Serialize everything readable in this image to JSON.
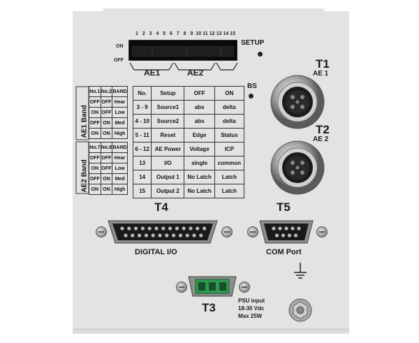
{
  "dip_switch": {
    "numbers": [
      "1",
      "2",
      "3",
      "4",
      "5",
      "6",
      "7",
      "8",
      "9",
      "10",
      "11",
      "12",
      "13",
      "14",
      "15"
    ],
    "on_label": "ON",
    "off_label": "OFF",
    "group1": "AE1",
    "group2": "AE2"
  },
  "labels": {
    "setup": "SETUP",
    "bs": "BS",
    "t1": "T1",
    "t1_sub": "AE 1",
    "t2": "T2",
    "t2_sub": "AE 2",
    "t4": "T4",
    "t4_sub": "DIGITAL  I/O",
    "t5": "T5",
    "t5_sub": "COM  Port",
    "t3": "T3",
    "psu1": "PSU  input",
    "psu2": "18-30  Vdc",
    "psu3": "Max  25W"
  },
  "band_tables": [
    {
      "title": "AE1 Band",
      "header": [
        "No.1",
        "No.2",
        "BAND"
      ],
      "rows": [
        [
          "OFF",
          "OFF",
          "Hear"
        ],
        [
          "ON",
          "OFF",
          "Low"
        ],
        [
          "OFF",
          "ON",
          "Med"
        ],
        [
          "ON",
          "ON",
          "High"
        ]
      ]
    },
    {
      "title": "AE2 Band",
      "header": [
        "No.7",
        "No.8",
        "BAND"
      ],
      "rows": [
        [
          "OFF",
          "OFF",
          "Hear"
        ],
        [
          "ON",
          "OFF",
          "Low"
        ],
        [
          "OFF",
          "ON",
          "Med"
        ],
        [
          "ON",
          "ON",
          "High"
        ]
      ]
    }
  ],
  "main_table": {
    "header": [
      "No.",
      "Setup",
      "OFF",
      "ON"
    ],
    "rows": [
      [
        "3 - 9",
        "Source1",
        "abs",
        "delta"
      ],
      [
        "4 - 10",
        "Source2",
        "abs",
        "delta"
      ],
      [
        "5 - 11",
        "Reset",
        "Edge",
        "Status"
      ],
      [
        "6 - 12",
        "AE  Power",
        "Voltage",
        "ICP"
      ],
      [
        "13",
        "I/O",
        "single",
        "common"
      ],
      [
        "14",
        "Output  1",
        "No  Latch",
        "Latch"
      ],
      [
        "15",
        "Output  2",
        "No  Latch",
        "Latch"
      ]
    ]
  }
}
